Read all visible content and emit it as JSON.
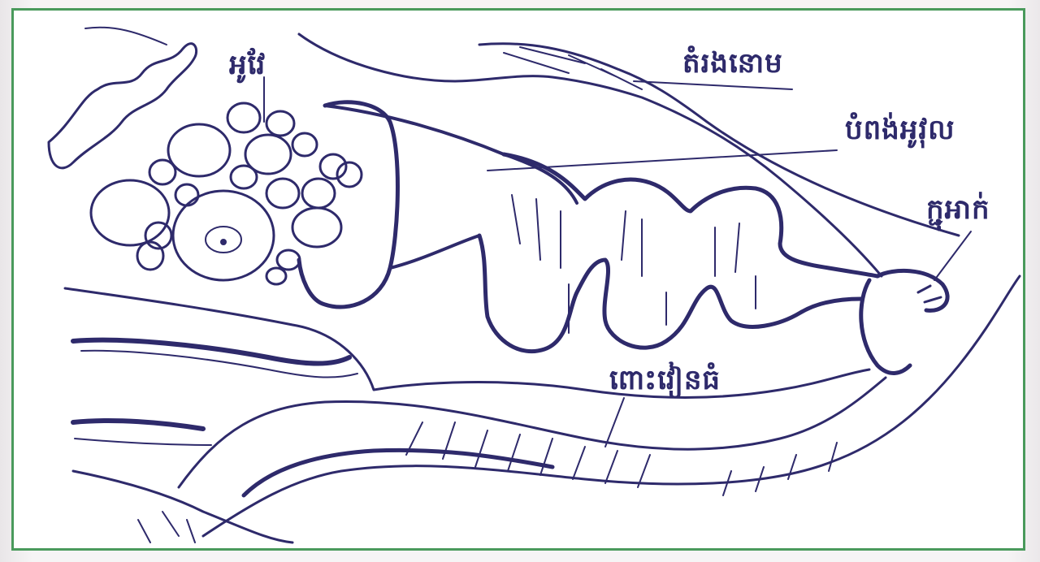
{
  "figure": {
    "labels": {
      "ovary": "អូវែ",
      "ligament": "តំរងនោម",
      "tube": "បំពង់អូវុល",
      "fimbriae": "ក្ជុអាក់",
      "colon": "ពោះវៀនធំ"
    }
  },
  "colors": {
    "ink": "#2e2a6b",
    "frame": "#4a9a5c",
    "paper": "#ffffff"
  }
}
